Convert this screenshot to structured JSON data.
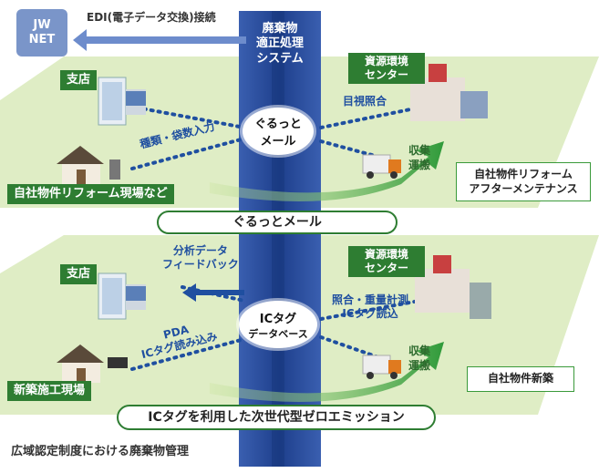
{
  "system": {
    "line1": "廃棄物",
    "line2": "適正処理",
    "line3": "システム"
  },
  "edi": {
    "text": "EDI(電子データ交換)接続",
    "jw_line1": "JW",
    "jw_line2": "NET"
  },
  "top": {
    "branch": "支店",
    "center_line1": "資源環境",
    "center_line2": "センター",
    "hub_line1": "ぐるっと",
    "hub_line2": "メール",
    "visual_check": "目視照合",
    "input": "種類・袋数入力",
    "site": "自社物件リフォーム現場など",
    "collect_line1": "収集",
    "collect_line2": "運搬",
    "callout_line1": "自社物件リフォーム",
    "callout_line2": "アフターメンテナンス",
    "banner": "ぐるっとメール"
  },
  "bottom": {
    "branch": "支店",
    "feedback_line1": "分析データ",
    "feedback_line2": "フィードバック",
    "center_line1": "資源環境",
    "center_line2": "センター",
    "hub_line1": "ICタグ",
    "hub_line2": "データベース",
    "check_line1": "照合・重量計測",
    "check_line2": "ICタグ読込",
    "pda_line1": "PDA",
    "pda_line2": "ICタグ読み込み",
    "site": "新築施工現場",
    "collect_line1": "収集",
    "collect_line2": "運搬",
    "callout": "自社物件新築",
    "banner": "ICタグを利用した次世代型ゼロエミッション"
  },
  "caption": "広域認定制度における廃棄物管理",
  "colors": {
    "plane": "#d6e8b0",
    "column": "#2b4f9e",
    "accent_green": "#2e7d32",
    "arrow_green": "#3aa544",
    "dot_blue": "#1f4fa0"
  }
}
